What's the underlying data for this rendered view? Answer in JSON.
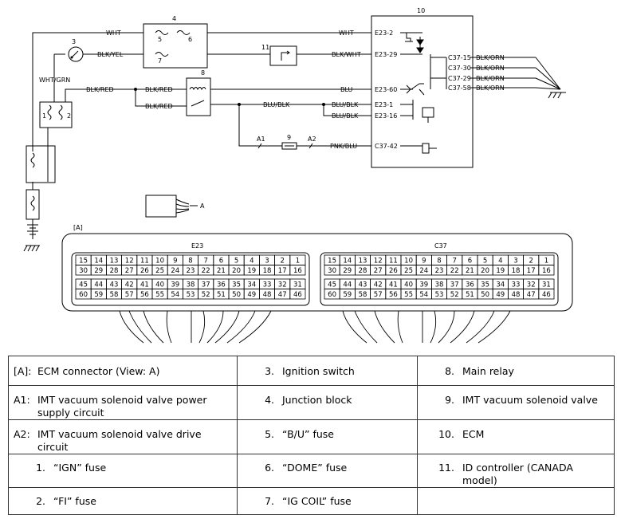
{
  "wires": {
    "wht_top": "WHT",
    "wht_right": "WHT",
    "blk_yel": "BLK/YEL",
    "wht_grn": "WHT/GRN",
    "blk_red_a": "BLK/RED",
    "blk_red_b": "BLK/RED",
    "blk_red_c": "BLK/RED",
    "blk_wht": "BLK/WHT",
    "blu": "BLU",
    "blu_blk_a": "BLU/BLK",
    "blu_blk_b": "BLU/BLK",
    "blu_blk_c": "BLU/BLK",
    "pnk_blu": "PNK/BLU",
    "blk_orn": [
      "BLK/ORN",
      "BLK/ORN",
      "BLK/ORN",
      "BLK/ORN"
    ]
  },
  "terminals": {
    "e23_2": "E23-2",
    "e23_29": "E23-29",
    "e23_60": "E23-60",
    "e23_1": "E23-1",
    "e23_16": "E23-16",
    "c37_42": "C37-42",
    "c37": [
      "C37-15",
      "C37-30",
      "C37-29",
      "C37-58"
    ]
  },
  "callouts": {
    "n3": "3",
    "n4": "4",
    "n5": "5",
    "n6": "6",
    "n7": "7",
    "n8": "8",
    "n9": "9",
    "n10": "10",
    "n11": "11",
    "a1": "A1",
    "a2": "A2",
    "fuse_pin1": "1",
    "fuse_pin2": "2",
    "view_a": "A"
  },
  "connector": {
    "bracket": "[A]",
    "e23_name": "E23",
    "c37_name": "C37",
    "row1": [
      "15",
      "14",
      "13",
      "12",
      "11",
      "10",
      "9",
      "8",
      "7",
      "6",
      "5",
      "4",
      "3",
      "2",
      "1"
    ],
    "row2": [
      "30",
      "29",
      "28",
      "27",
      "26",
      "25",
      "24",
      "23",
      "22",
      "21",
      "20",
      "19",
      "18",
      "17",
      "16"
    ],
    "row3": [
      "45",
      "44",
      "43",
      "42",
      "41",
      "40",
      "39",
      "38",
      "37",
      "36",
      "35",
      "34",
      "33",
      "32",
      "31"
    ],
    "row4": [
      "60",
      "59",
      "58",
      "57",
      "56",
      "55",
      "54",
      "53",
      "52",
      "51",
      "50",
      "49",
      "48",
      "47",
      "46"
    ]
  },
  "legend": [
    [
      {
        "code": "[A]:",
        "desc": "ECM connector (View: A)"
      },
      {
        "code": "3.",
        "desc": "Ignition switch"
      },
      {
        "code": "8.",
        "desc": "Main relay"
      }
    ],
    [
      {
        "code": "A1:",
        "desc": "IMT vacuum solenoid valve power supply circuit"
      },
      {
        "code": "4.",
        "desc": "Junction block"
      },
      {
        "code": "9.",
        "desc": "IMT vacuum solenoid valve"
      }
    ],
    [
      {
        "code": "A2:",
        "desc": "IMT vacuum solenoid valve drive circuit"
      },
      {
        "code": "5.",
        "desc": "“B/U” fuse"
      },
      {
        "code": "10.",
        "desc": "ECM"
      }
    ],
    [
      {
        "code": "1.",
        "desc": "“IGN” fuse"
      },
      {
        "code": "6.",
        "desc": "“DOME” fuse"
      },
      {
        "code": "11.",
        "desc": "ID controller (CANADA model)"
      }
    ],
    [
      {
        "code": "2.",
        "desc": "“FI” fuse"
      },
      {
        "code": "7.",
        "desc": "“IG COIL” fuse"
      },
      {
        "code": "",
        "desc": ""
      }
    ]
  ]
}
